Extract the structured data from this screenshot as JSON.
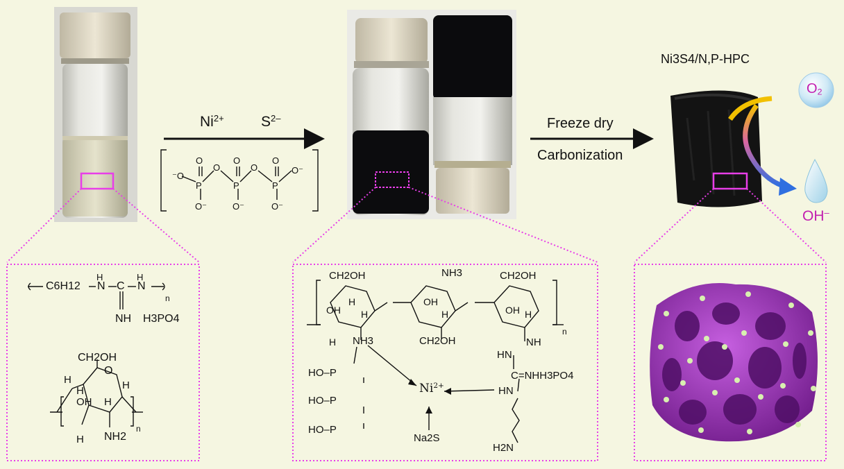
{
  "process": {
    "step1": {
      "ion1": "Ni",
      "ion1_charge": "2+",
      "ion2": "S",
      "ion2_charge": "2–"
    },
    "step2": {
      "line1": "Freeze dry",
      "line2": "Carbonization"
    },
    "product_title": "Ni3S4/N,P-HPC",
    "o2_label": "O",
    "o2_sub": "2",
    "oh_label": "OH",
    "oh_sup": "–"
  },
  "left_panel": {
    "polymer_repeat": "C6H12",
    "nh_label": "NH",
    "h3po4": "H3PO4",
    "ch2oh": "CH2OH",
    "nh2": "NH2",
    "oh": "OH",
    "h": "H",
    "o": "O",
    "n": "n"
  },
  "middle_panel": {
    "ch2oh": "CH2OH",
    "nh3": "NH3",
    "oh": "OH",
    "h": "H",
    "nh": "NH",
    "ni": "Ni",
    "ni_charge": "2+",
    "na2s": "Na2S",
    "h2n": "H2N",
    "hn": "HN",
    "cnh": "C=NHH3PO4",
    "ho_p": "HO–P",
    "n": "n"
  },
  "colors": {
    "background": "#f5f6e1",
    "dotted_frame": "#e83ee8",
    "pore_structure": "#9b2bb5",
    "particles": "#d8f0b0",
    "arrow_gradient_start": "#f2c000",
    "arrow_gradient_end": "#2f6fe0",
    "accent_text": "#c21fb0"
  }
}
